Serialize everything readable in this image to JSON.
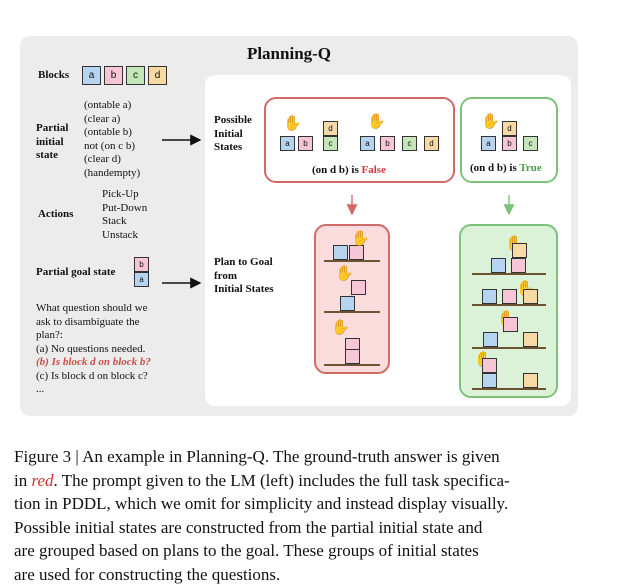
{
  "figure": {
    "title": "Planning-Q",
    "blocks_label": "Blocks",
    "blocks": [
      "a",
      "b",
      "c",
      "d"
    ],
    "partial_initial_state_label": [
      "Partial",
      "initial",
      "state"
    ],
    "partial_initial_state": [
      "(ontable a)",
      "(clear a)",
      "(ontable b)",
      "not (on c b)",
      "(clear d)",
      "(handempty)"
    ],
    "actions_label": "Actions",
    "actions": [
      "Pick-Up",
      "Put-Down",
      "Stack",
      "Unstack"
    ],
    "partial_goal_label": "Partial goal state",
    "goal_blocks": [
      "b",
      "a"
    ],
    "question": [
      "What question should we",
      "ask to disambiguate the",
      "plan?:"
    ],
    "options": [
      "(a) No questions needed.",
      "(b) Is block d on block b?",
      "(c) Is block d on block c?",
      "..."
    ],
    "possible_initial_states_label": [
      "Possible",
      "Initial",
      "States"
    ],
    "plan_label": [
      "Plan to Goal",
      "from",
      "Initial States"
    ],
    "false_group": {
      "caption_prefix": "(on d b) is ",
      "result": "False"
    },
    "true_group": {
      "caption_prefix": "(on d b) is ",
      "result": "True"
    }
  },
  "caption": {
    "line1": "Figure 3 | An example in Planning-Q. The ground-truth answer is given",
    "line2_prefix": "in ",
    "line2_red": "red",
    "line2_suffix": ". The prompt given to the LM (left) includes the full task specifica-",
    "line3": "tion in PDDL, which we omit for simplicity and instead display visually.",
    "line4": "Possible initial states are constructed from the partial initial state and",
    "line5": "are grouped based on plans to the goal. These groups of initial states",
    "line6": "are used for constructing the questions."
  },
  "colors": {
    "block_a": "#b6d4f0",
    "block_b": "#f6c5d6",
    "block_c": "#c4e6b8",
    "block_d": "#f6d9a5",
    "false": "#d0393b",
    "true": "#4aa24a"
  }
}
